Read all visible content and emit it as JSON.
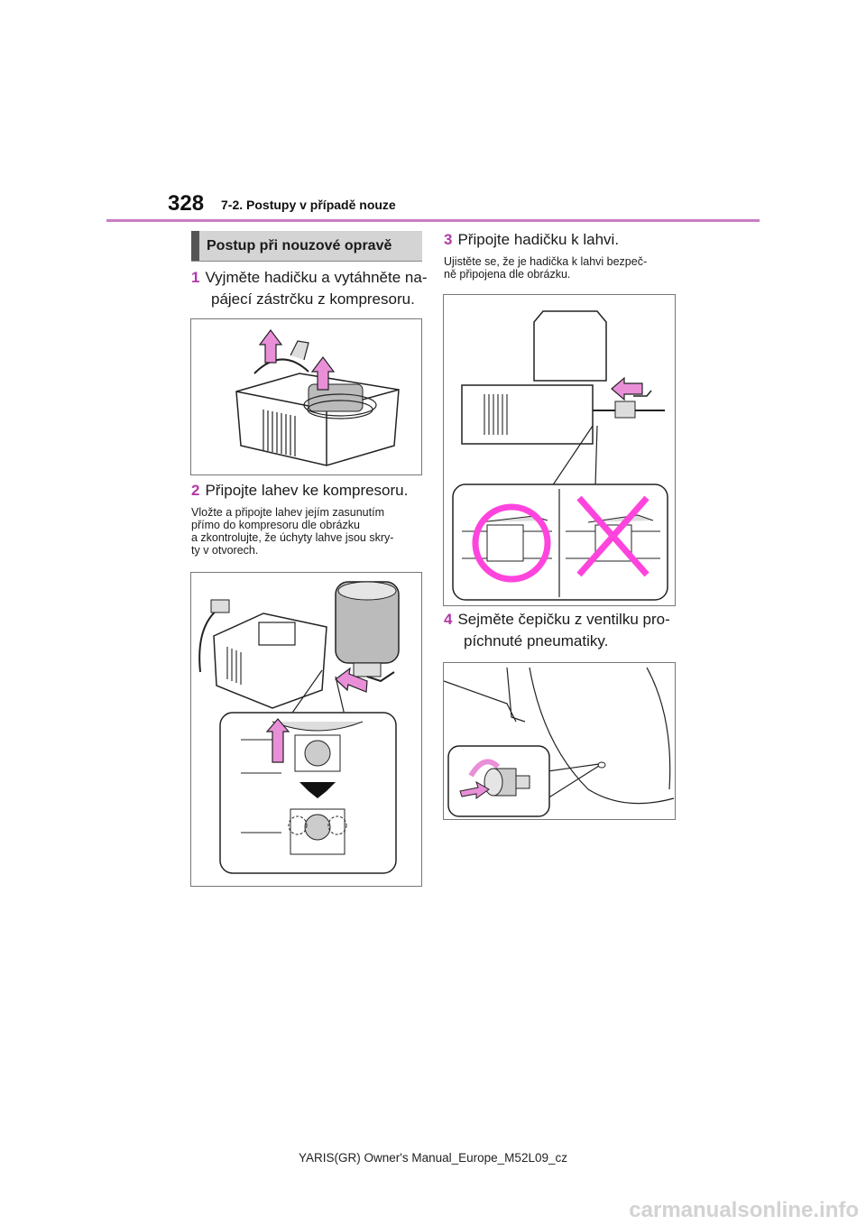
{
  "header": {
    "page_number": "328",
    "chapter": "7-2. Postupy v případě nouze"
  },
  "section": {
    "title": "Postup při nouzové opravě"
  },
  "steps": [
    {
      "number": "1",
      "line1": "Vyjměte hadičku a vytáhněte na-",
      "line2": "pájecí zástrčku z kompresoru."
    },
    {
      "number": "2",
      "line1": "Připojte lahev ke kompresoru.",
      "note": [
        "Vložte a připojte lahev jejím zasunutím",
        "přímo do kompresoru dle obrázku",
        "a zkontrolujte, že úchyty lahve jsou skry-",
        "ty v otvorech."
      ]
    },
    {
      "number": "3",
      "line1": "Připojte hadičku k lahvi.",
      "note": [
        "Ujistěte se, že je hadička k lahvi bezpeč-",
        "ně připojena dle obrázku."
      ]
    },
    {
      "number": "4",
      "line1": "Sejměte čepičku z ventilku pro-",
      "line2": "píchnuté pneumatiky."
    }
  ],
  "footer": {
    "text": "YARIS(GR) Owner's Manual_Europe_M52L09_cz"
  },
  "watermark": {
    "text": "carmanualsonline.info"
  },
  "colors": {
    "accent": "#c77dc5",
    "arrow": "#e98fd8",
    "ok_circle": "#ff44dd",
    "bad_cross": "#ff44dd"
  }
}
